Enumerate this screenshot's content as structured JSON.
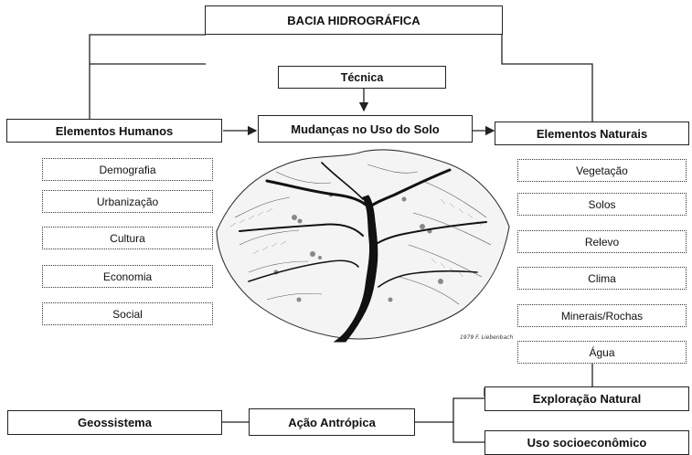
{
  "title": "BACIA HIDROGRÁFICA",
  "tecnica": "Técnica",
  "mudancas": "Mudanças no Uso do Solo",
  "humanos": {
    "label": "Elementos Humanos",
    "items": [
      "Demografia",
      "Urbanização",
      "Cultura",
      "Economia",
      "Social"
    ]
  },
  "naturais": {
    "label": "Elementos Naturais",
    "items": [
      "Vegetação",
      "Solos",
      "Relevo",
      "Clima",
      "Minerais/Rochas",
      "Água"
    ]
  },
  "geossistema": "Geossistema",
  "acao": "Ação Antrópica",
  "exploracao": "Exploração Natural",
  "uso": "Uso socioeconômico",
  "signature": "1979 F. Liebenbach"
}
